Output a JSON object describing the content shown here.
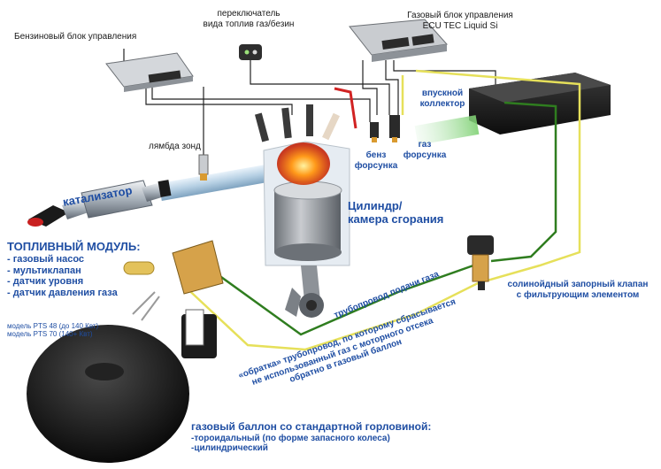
{
  "labels": {
    "petrol_ecu": "Бензиновый блок управления",
    "switch_line1": "переключатель",
    "switch_line2": "вида топлив газ/безин",
    "gas_ecu_line1": "Газовый блок управления",
    "gas_ecu_line2": "ECU TEC Liquid Si",
    "intake_line1": "впускной",
    "intake_line2": "коллектор",
    "petrol_injector_line1": "бенз",
    "petrol_injector_line2": "форсунка",
    "gas_injector_line1": "газ",
    "gas_injector_line2": "форсунка",
    "lambda": "лямбда зонд",
    "catalyst": "катализатор",
    "cylinder_line1": "Цилиндр/",
    "cylinder_line2": "камера сгорания",
    "gas_pipe": "трубопровод подачи газа",
    "solenoid_line1": "солинойдный запорный клапан",
    "solenoid_line2": "с фильтрующим элементом",
    "return_line1": "«обратка» трубопровод, по которому сбрасывается",
    "return_line2": "не использованный газ с моторного отсека",
    "return_line3": "обратно в газовый баллон",
    "model1": "модель PTS 48 (до 140 Квт)",
    "model2": "модель PTS 70 (140+ Квт)",
    "tank_title": "газовый баллон со стандартной горловиной:",
    "tank_item1": "-тороидальный (по форме запасного колеса)",
    "tank_item2": "-цилиндрический"
  },
  "fuel_module": {
    "title": "ТОПЛИВНЫЙ МОДУЛЬ:",
    "items": [
      "- газовый насос",
      "- мультиклапан",
      "- датчик уровня",
      "- датчик давления газа"
    ]
  },
  "colors": {
    "label_blue": "#1f4ea3",
    "gas_pipe": "#2f7d1f",
    "return_pipe": "#e6e05a",
    "wire": "#222222",
    "exhaust_pipe": "#b9d3e6",
    "intake_glow": "#9fdc8f",
    "flame": "#ff7a1a"
  }
}
